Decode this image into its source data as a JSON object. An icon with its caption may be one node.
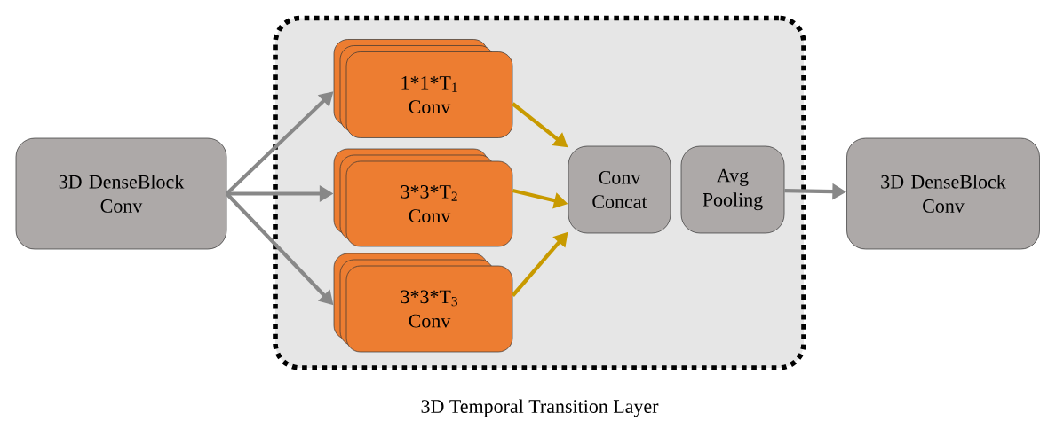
{
  "diagram": {
    "nodes": [
      {
        "text": [
          "3D DenseBlock Conv"
        ]
      },
      {
        "text": [
          "3D Temporal Transition Layer"
        ]
      },
      {
        "text": [
          "1*1*T$_{1}$ Conv"
        ],
        "in": 1
      },
      {
        "text": [
          "3*3*T$_{2}$ Conv"
        ],
        "in": 1
      },
      {
        "text": [
          "3*3*T$_{3}$ Conv"
        ],
        "in": 1
      },
      {
        "text": [
          "Conv Concat"
        ],
        "in": 1
      },
      {
        "text": [
          "Avg Pooling"
        ],
        "in": 1
      },
      {
        "text": [
          "3D DenseBlock Conv"
        ]
      }
    ],
    "edges": [
      {
        "from": 0,
        "to": 2,
        "arrow": "to"
      },
      {
        "from": 0,
        "to": 3,
        "arrow": "to"
      },
      {
        "from": 0,
        "to": 4,
        "arrow": "to"
      },
      {
        "from": 2,
        "to": 5,
        "arrow": "to",
        "color": "#c89a00"
      },
      {
        "from": 3,
        "to": 5,
        "arrow": "to",
        "color": "#c89a00"
      },
      {
        "from": 4,
        "to": 5,
        "arrow": "to",
        "color": "#c89a00"
      },
      {
        "from": 6,
        "to": 7,
        "arrow": "to"
      }
    ]
  }
}
